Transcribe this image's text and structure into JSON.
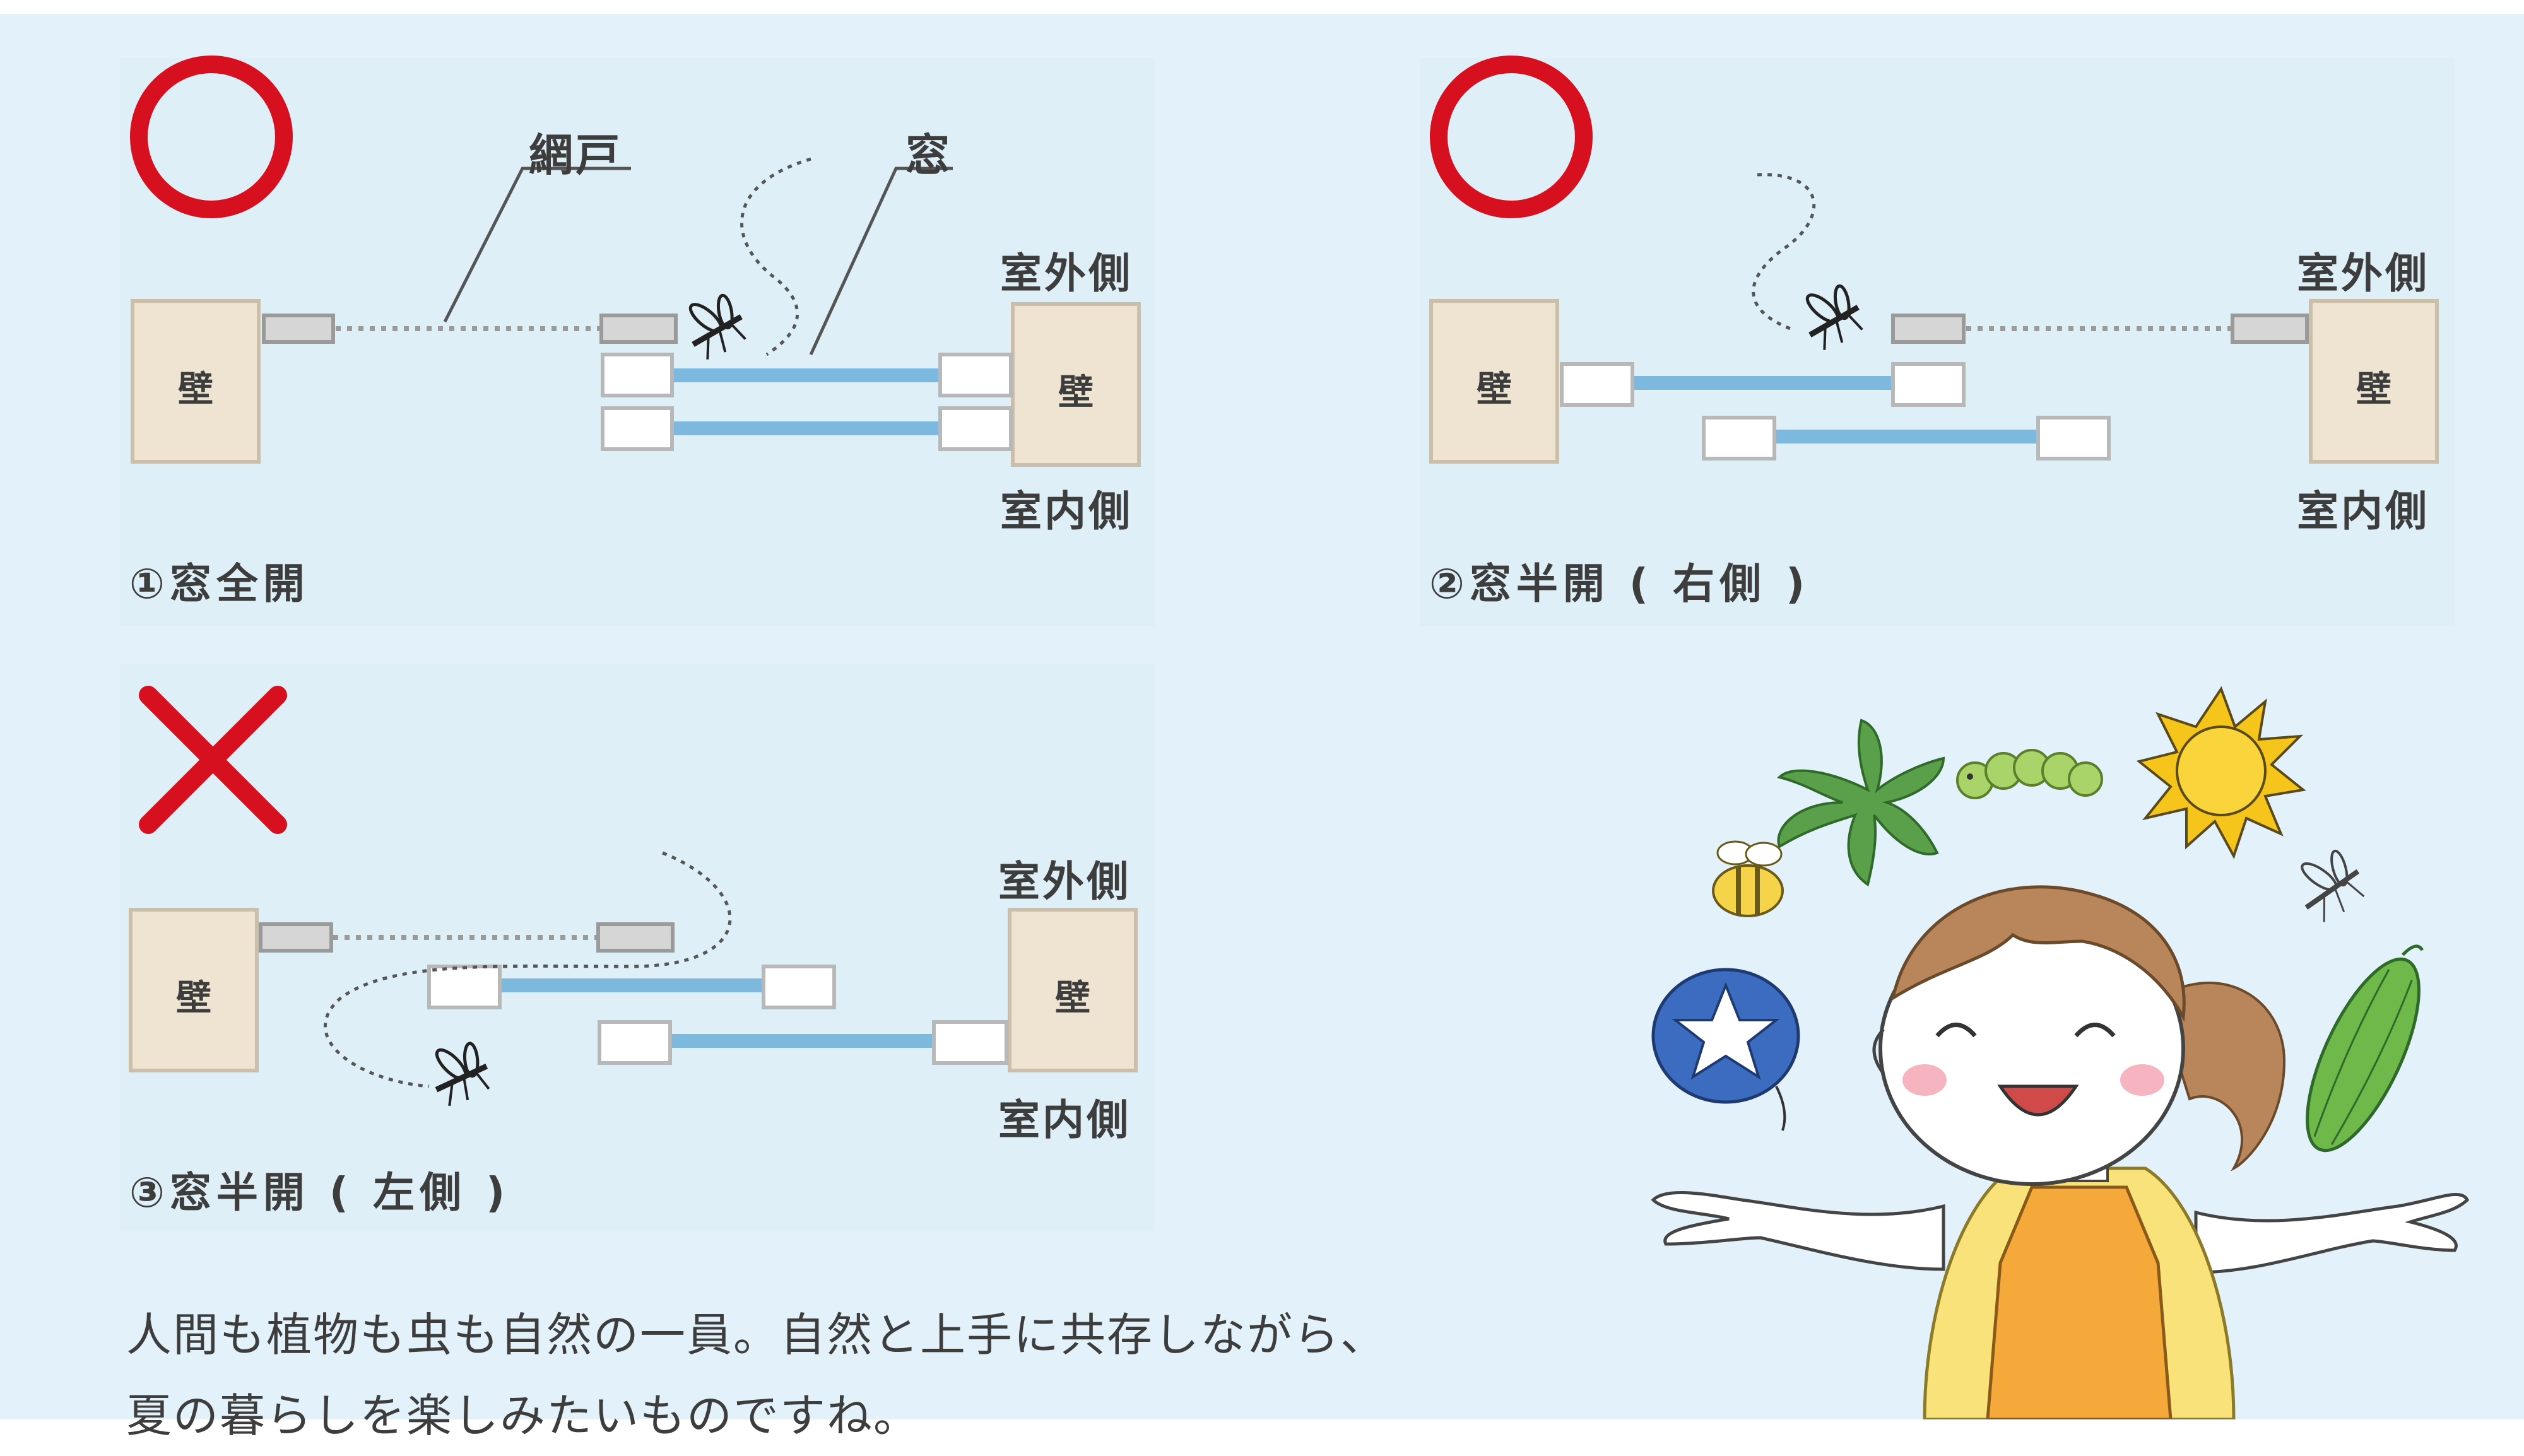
{
  "diagrams": [
    {
      "id": "d1",
      "verdict": "ok",
      "caption": "①窓全開",
      "labels": {
        "net": "網戸",
        "window": "窓",
        "outside": "室外側",
        "inside": "室内側"
      }
    },
    {
      "id": "d2",
      "verdict": "ok",
      "caption": "②窓半開 ( 右側 )",
      "labels": {
        "outside": "室外側",
        "inside": "室内側"
      }
    },
    {
      "id": "d3",
      "verdict": "ng",
      "caption": "③窓半開 ( 左側 )",
      "labels": {
        "outside": "室外側",
        "inside": "室内側"
      }
    }
  ],
  "wall_label": "壁",
  "body_text": "人間も植物も虫も自然の一員。自然と上手に共存しながら、夏の暮らしを楽しみたいものですね。",
  "colors": {
    "background": "#e3f2fa",
    "wall_fill": "#efe4d2",
    "wall_stroke": "#cbbfa9",
    "screen_fill": "#d6d6d6",
    "screen_stroke": "#9a9a9a",
    "glass": "#7db9de",
    "ok_mark": "#d6101e",
    "ng_mark": "#d6101e",
    "text": "#3d3d3d"
  },
  "illustration": {
    "subject": "smiling-woman-with-apron",
    "items": [
      "leaf-icon",
      "caterpillar-icon",
      "sun-icon",
      "bee-icon",
      "mosquito-icon",
      "star-balloon-icon",
      "bitter-melon-icon"
    ]
  }
}
